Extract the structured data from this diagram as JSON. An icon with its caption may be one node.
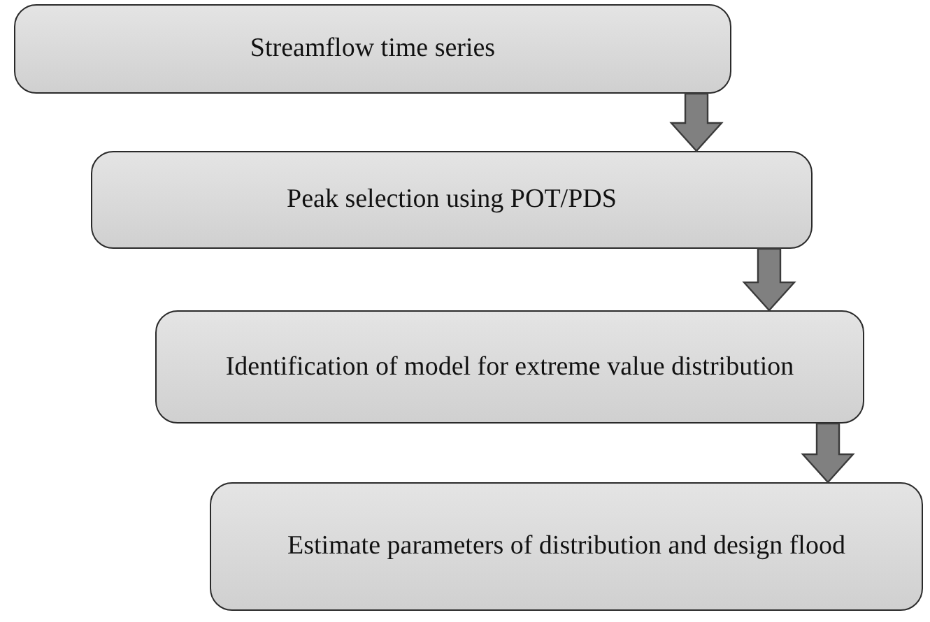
{
  "diagram": {
    "nodes": [
      {
        "text": [
          "Streamflow time series"
        ]
      },
      {
        "text": [
          "Peak selection using POT/PDS"
        ]
      },
      {
        "text": [
          "Identification of model for extreme value distribution"
        ]
      },
      {
        "text": [
          "Estimate parameters of distribution and design flood"
        ]
      }
    ],
    "edges": [
      {
        "from": 0,
        "to": 1,
        "arrow": "to"
      },
      {
        "from": 1,
        "to": 2,
        "arrow": "to"
      },
      {
        "from": 2,
        "to": 3,
        "arrow": "to"
      }
    ]
  }
}
